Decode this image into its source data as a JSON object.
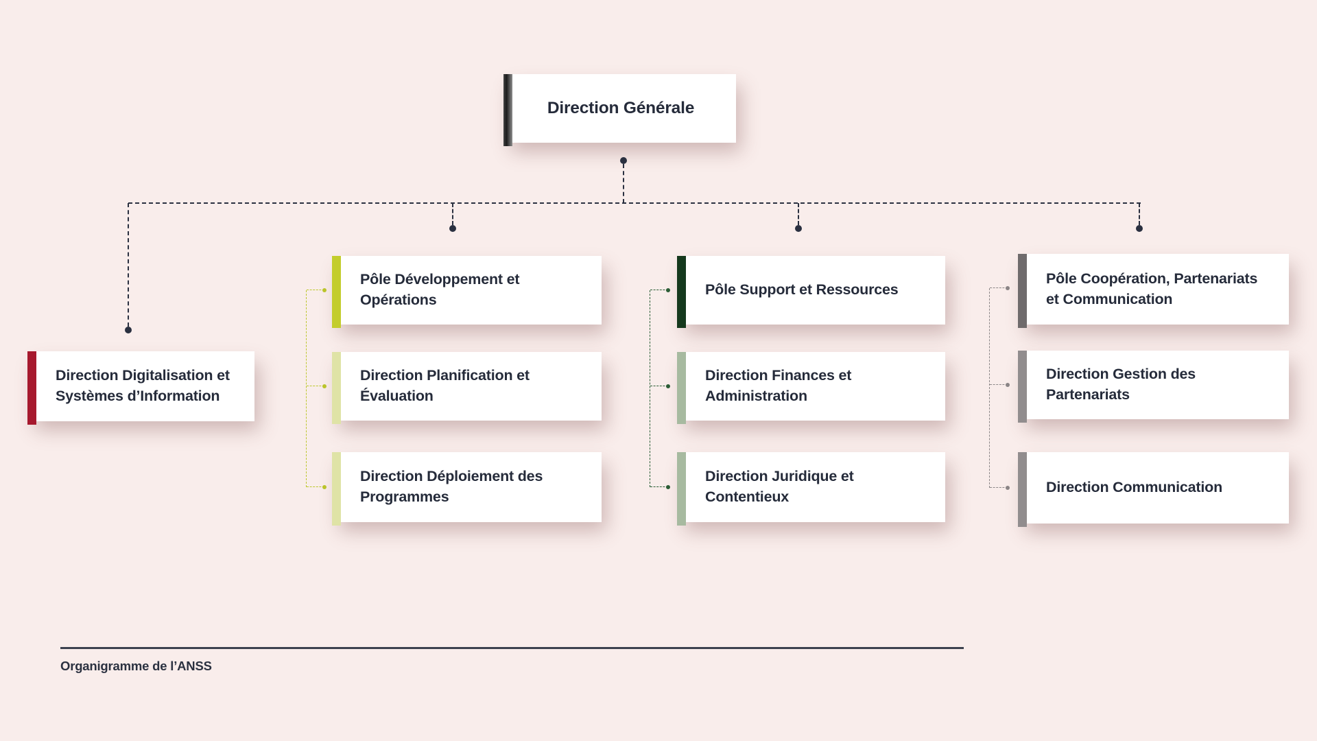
{
  "page": {
    "background": "#f9edeb",
    "connector_color": "#2a3040",
    "text_color": "#252b3a",
    "footer_label": "Organigramme de l’ANSS"
  },
  "root": {
    "label": "Direction Générale",
    "accent": "#1b1b1b"
  },
  "branches": [
    {
      "label": "Direction Digitalisation et\nSystèmes d’Information",
      "accent": "#a6192e"
    },
    {
      "label": "Pôle Développement et\nOpérations",
      "accent": "#c3cd2c",
      "connector": "#bcc72b",
      "children": [
        {
          "label": "Direction Planification et\nÉvaluation",
          "accent": "#dfe3a6"
        },
        {
          "label": "Direction Déploiement des\nProgrammes",
          "accent": "#dfe3a6"
        }
      ]
    },
    {
      "label": "Pôle Support et Ressources",
      "accent": "#15391d",
      "connector": "#2b5e36",
      "children": [
        {
          "label": "Direction Finances et\nAdministration",
          "accent": "#a7baa0"
        },
        {
          "label": "Direction Juridique et\nContentieux",
          "accent": "#a7baa0"
        }
      ]
    },
    {
      "label": "Pôle Coopération, Partenariats\net Communication",
      "accent": "#6f6b6c",
      "connector": "#8b8687",
      "children": [
        {
          "label": "Direction Gestion des\nPartenariats",
          "accent": "#918d8e"
        },
        {
          "label": "Direction Communication",
          "accent": "#918d8e"
        }
      ]
    }
  ]
}
